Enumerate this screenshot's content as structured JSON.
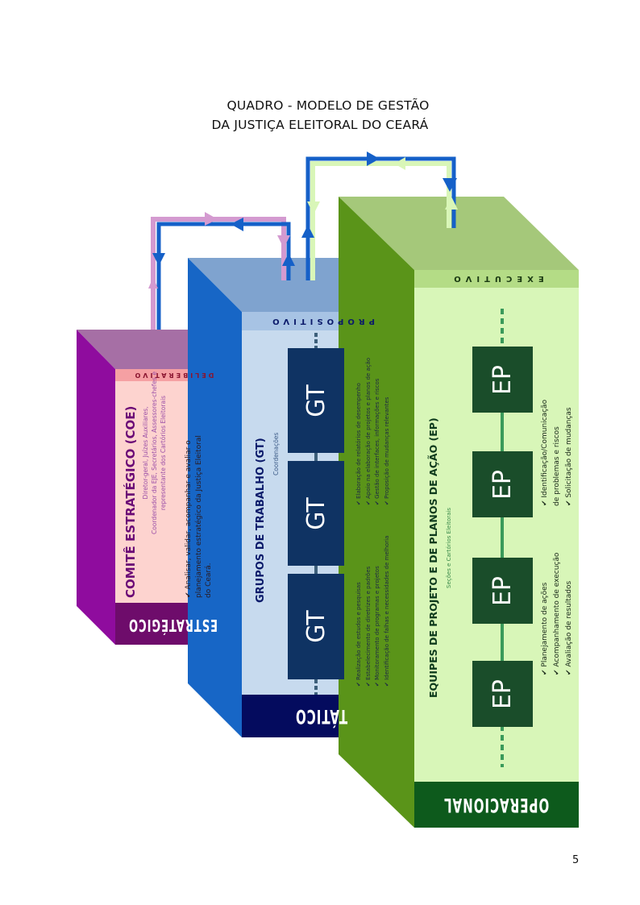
{
  "title": {
    "line1": "QUADRO - MODELO DE GESTÃO",
    "line2": "DA JUSTIÇA ELEITORAL DO CEARÁ"
  },
  "levels": [
    {
      "id": "estrategico",
      "level_label": "ESTRATÉGICO",
      "role_label": "DELIBERATIVO",
      "heading": "COMITÊ ESTRATÉGICO (COE)",
      "members": [
        "Diretor-geral, Juízes Auxiliares,",
        "Coordenador da EJE, Secretários, Assessores-chefes e",
        "representante dos Cartórios Eleitorais"
      ],
      "bullets": [
        "Analisar, validar, acompanhar e avaliar o",
        "planejamento estratégico da Justiça Eleitoral",
        "do Ceará."
      ],
      "colors": {
        "side": "#8f0c9e",
        "top": "#a66fa5",
        "front": "#fdd3cf",
        "role_band": "#f5a0a3",
        "level_band": "#6e0c6b",
        "heading": "#6b0a76",
        "members": "#9b4fa7"
      }
    },
    {
      "id": "tatico",
      "level_label": "TÁTICO",
      "role_label": "PROPOSITIVO",
      "heading": "GRUPOS DE TRABALHO (GT)",
      "subheading": "Coordenações",
      "unit_label": "GT",
      "units": 3,
      "bullets_left": [
        "Realização de estudos e pesquisas",
        "Estabelecimento de diretrizes e padrões",
        "Monitoramento de programas e projetos",
        "Identificação de falhas e necessidades de melhoria"
      ],
      "bullets_right": [
        "Elaboração de relatórios de desempenho",
        "Apoio na elaboração de projetos e planos de ação",
        "Gestão de interfaces, informações e riscos",
        "Proposição de mudanças relevantes"
      ],
      "colors": {
        "side": "#1766c6",
        "top": "#7fa3cf",
        "front": "#c7daee",
        "role_band": "#a7c3e4",
        "level_band": "#040b5e",
        "unit": "#0f3363",
        "heading": "#0b1a6a"
      }
    },
    {
      "id": "operacional",
      "level_label": "OPERACIONAL",
      "role_label": "EXECUTIVO",
      "heading": "EQUIPES DE PROJETO E DE PLANOS DE AÇÃO (EP)",
      "subheading": "Seções e Cartórios Eleitorais",
      "unit_label": "EP",
      "units": 4,
      "bullets_left": [
        "Planejamento de ações",
        "Acompanhamento de execução",
        "Avaliação de resultados"
      ],
      "bullets_right": [
        "Identificação/Comunicação",
        "de problemas e riscos",
        "Solicitação de mudanças"
      ],
      "colors": {
        "side": "#5a9419",
        "top": "#a5c87a",
        "front": "#d8f6b8",
        "role_band": "#b4dc86",
        "level_band": "#0d5a1c",
        "unit": "#1a4d2a",
        "heading": "#0d3a1c",
        "connector": "#3a9a5a"
      }
    }
  ],
  "arrows": {
    "colors": {
      "blue": "#1560c8",
      "pink": "#d49ad0",
      "lightgreen": "#d9f6b8"
    }
  },
  "page_number": "5"
}
